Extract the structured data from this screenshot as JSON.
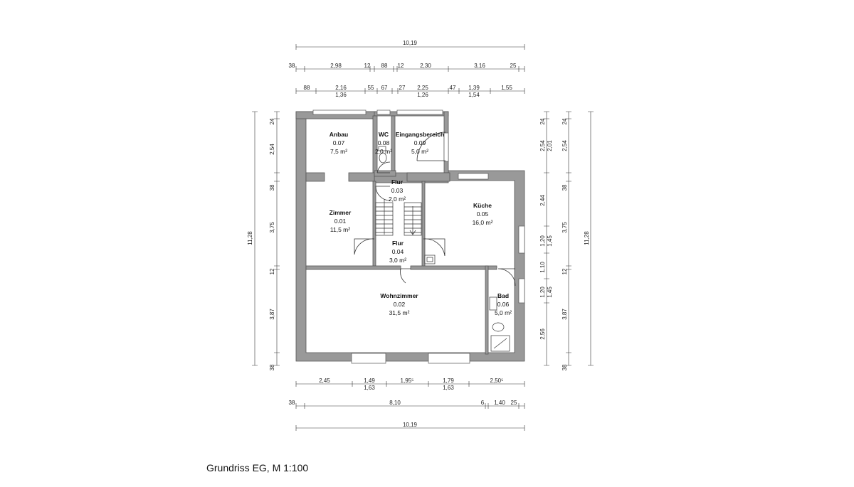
{
  "caption": "Grundriss EG, M 1:100",
  "colors": {
    "wall": "#999999",
    "wall_outline": "#555555",
    "line": "#333333",
    "fixture": "#ffffff"
  },
  "rooms": [
    {
      "name": "Anbau",
      "number": "0.07",
      "area": "7,5 m²"
    },
    {
      "name": "WC",
      "number": "0.08",
      "area": "2,0 m²"
    },
    {
      "name": "Eingangsbereich",
      "number": "0.09",
      "area": "5,0 m²"
    },
    {
      "name": "Flur",
      "number": "0.03",
      "area": "2,0 m²"
    },
    {
      "name": "Zimmer",
      "number": "0.01",
      "area": "11,5 m²"
    },
    {
      "name": "Küche",
      "number": "0.05",
      "area": "16,0 m²"
    },
    {
      "name": "Flur",
      "number": "0.04",
      "area": "3,0 m²"
    },
    {
      "name": "Wohnzimmer",
      "number": "0.02",
      "area": "31,5 m²"
    },
    {
      "name": "Bad",
      "number": "0.06",
      "area": "5,0 m²"
    }
  ],
  "dims": {
    "top_total": "10,19",
    "top_row1": [
      "38",
      "2,98",
      "12",
      "88",
      "12",
      "2,30",
      "3,16",
      "25"
    ],
    "top_row2": [
      "88",
      "2,16",
      "55",
      "67",
      "27",
      "2,25",
      "47",
      "1,39",
      "1,55"
    ],
    "top_row2_sub": [
      "1,36",
      "1,26",
      "1,54"
    ],
    "bottom_row1": [
      "2,45",
      "1,49",
      "1,95⁵",
      "1,79",
      "2,50⁵"
    ],
    "bottom_row1_sub": [
      "1,63",
      "1,63"
    ],
    "bottom_row2": [
      "38",
      "8,10",
      "6",
      "1,40",
      "25"
    ],
    "bottom_total": "10,19",
    "left_total": "11,28",
    "left_segments": [
      "24",
      "2,54",
      "38",
      "3,75",
      "12",
      "3,87",
      "38"
    ],
    "right_inner": [
      "24",
      "2,54",
      "2,01",
      "2,44",
      "1,20",
      "1,45",
      "1,10",
      "1,20",
      "1,45",
      "2,56"
    ],
    "right_outer": [
      "24",
      "2,54",
      "38",
      "3,75",
      "12",
      "3,87",
      "38"
    ],
    "right_total": "11,28"
  }
}
